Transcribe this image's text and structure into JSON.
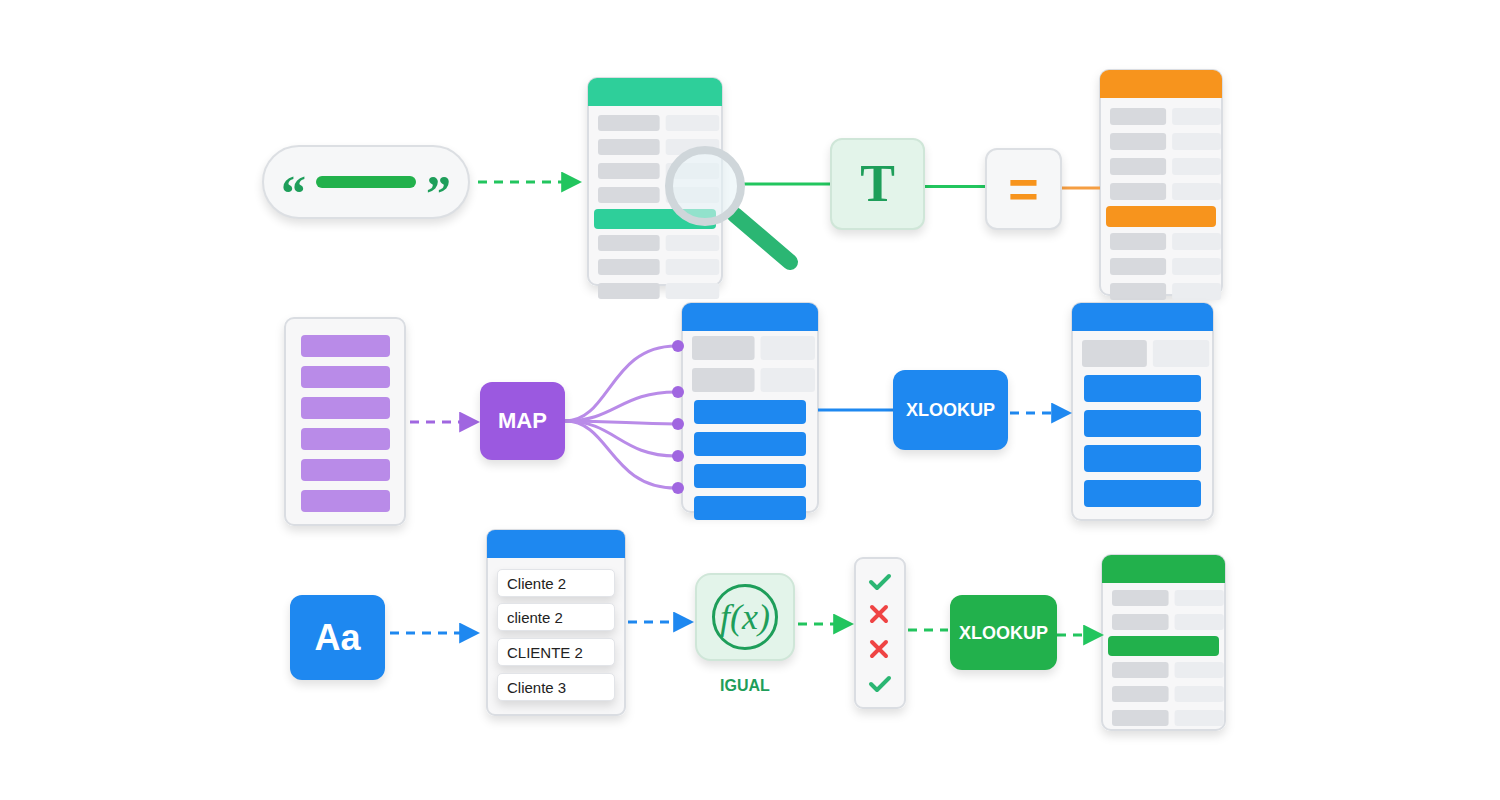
{
  "diagram": {
    "nodes": [
      {
        "text": [
          "“",
          "”"
        ]
      },
      {
        "text": [
          "T"
        ]
      },
      {
        "text": [
          "="
        ]
      },
      {
        "text": [
          "MAP"
        ]
      },
      {
        "text": [
          "XLOOKUP"
        ]
      },
      {
        "text": [
          "Aa"
        ]
      },
      {
        "text": [
          "Cliente 2"
        ]
      },
      {
        "text": [
          "cliente 2"
        ]
      },
      {
        "text": [
          "CLIENTE 2"
        ]
      },
      {
        "text": [
          "Cliente 3"
        ]
      },
      {
        "text": [
          "f(x)",
          "IGUAL"
        ]
      },
      {
        "text": [
          "XLOOKUP"
        ]
      }
    ],
    "edges": [
      {
        "from": 1,
        "to": 2,
        "arrow": "none"
      }
    ]
  }
}
